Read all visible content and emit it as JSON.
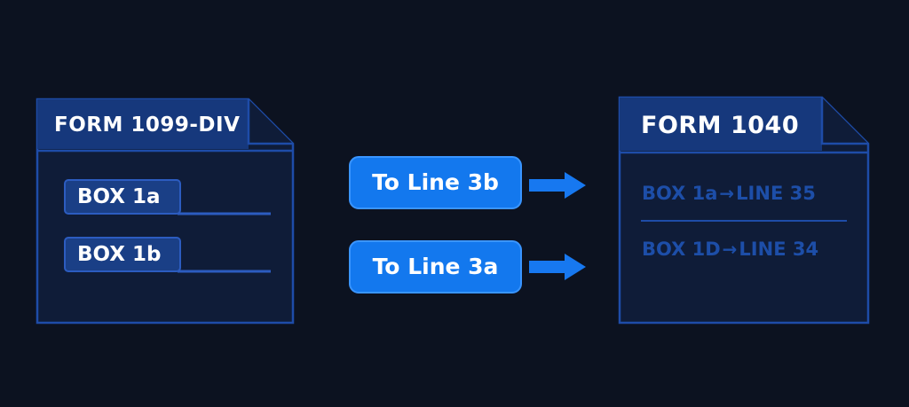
{
  "colors": {
    "background": "#0c1220",
    "form_fill": "#0f1c38",
    "form_stroke": "#1e4ca8",
    "header_fill": "#16387c",
    "pill_fill": "#1378ee",
    "arrow_fill": "#1778f0",
    "mapping_text": "#1d4ea8"
  },
  "source_form": {
    "title": "FORM 1099-DIV",
    "boxes": [
      {
        "label": "BOX 1a"
      },
      {
        "label": "BOX 1b"
      }
    ]
  },
  "connectors": [
    {
      "label": "To Line 3b",
      "icon": "arrow-right-icon"
    },
    {
      "label": "To Line 3a",
      "icon": "arrow-right-icon"
    }
  ],
  "target_form": {
    "title": "FORM 1040",
    "mappings": [
      {
        "from": "BOX 1a",
        "arrow": "→",
        "to": "LINE 35"
      },
      {
        "from": "BOX 1D",
        "arrow": "→",
        "to": "LINE 34"
      }
    ]
  }
}
